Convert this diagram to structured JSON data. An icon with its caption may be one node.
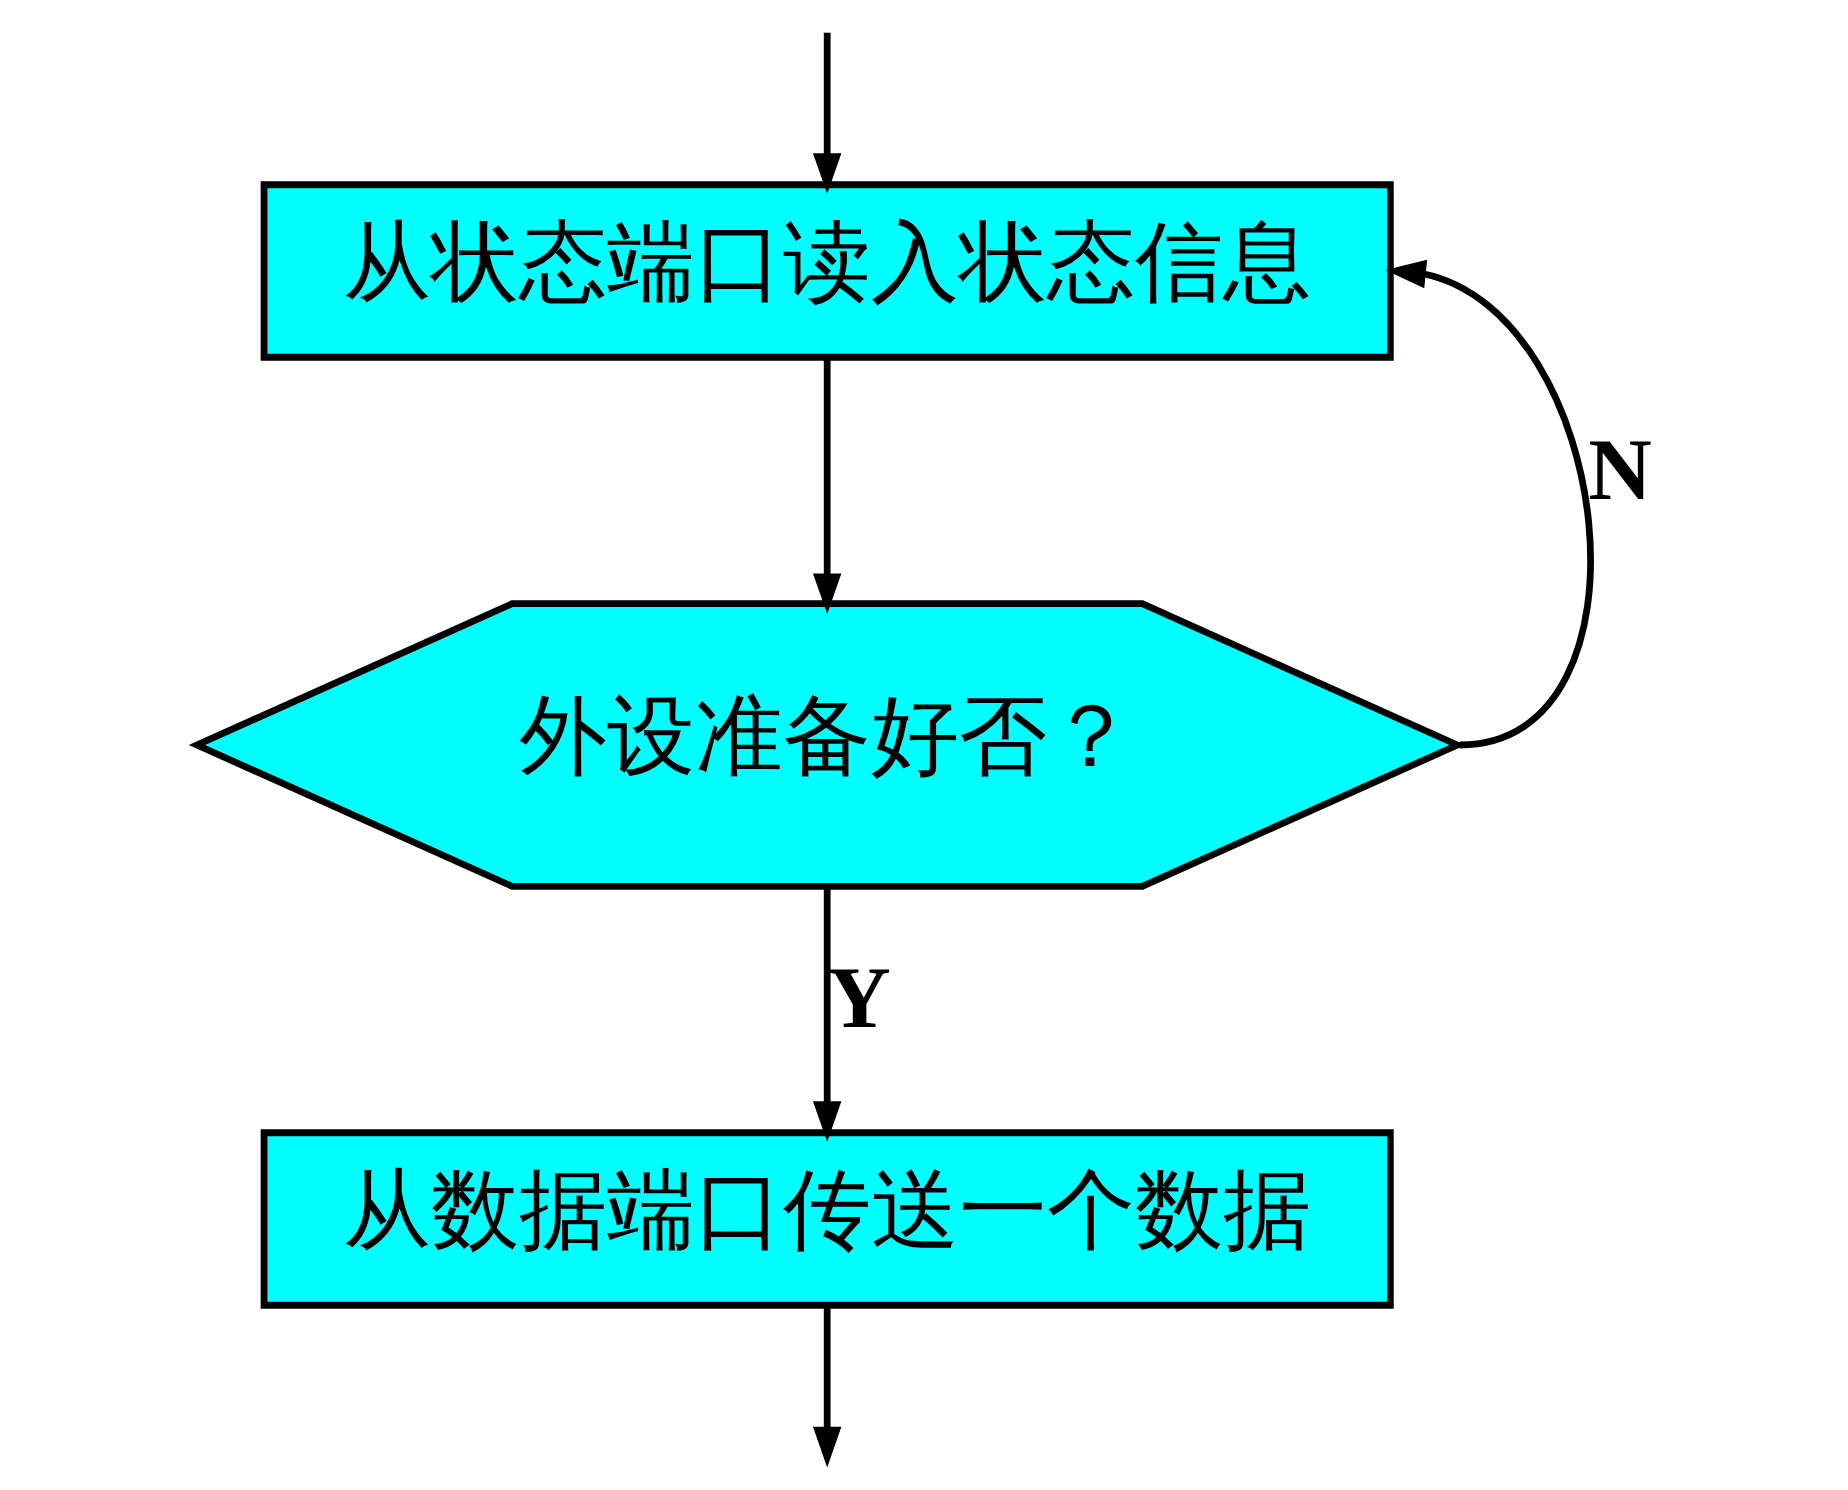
{
  "diagram": {
    "nodes": [
      {
        "text": [
          "从状态端口读入状态信息"
        ]
      },
      {
        "text": [
          "外设准备好否？"
        ]
      },
      {
        "text": [
          "从数据端口传送一个数据"
        ]
      }
    ],
    "edges": [
      {
        "from": null,
        "to": 0,
        "arrow": "to"
      },
      {
        "from": 0,
        "to": 1,
        "arrow": "to"
      },
      {
        "from": 1,
        "to": 2,
        "arrow": "to",
        "label": "Y"
      },
      {
        "from": 1,
        "to": 0,
        "arrow": "to",
        "label": "N"
      },
      {
        "from": 2,
        "to": null,
        "arrow": "to"
      }
    ]
  }
}
